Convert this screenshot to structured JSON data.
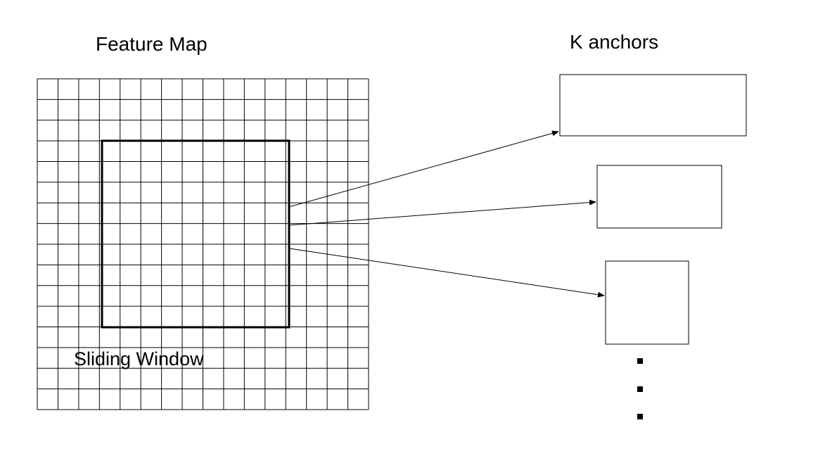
{
  "labels": {
    "feature_map": "Feature Map",
    "anchors": "K anchors",
    "sliding_window": "Sliding Window"
  },
  "feature_map": {
    "grid_columns": 16,
    "grid_rows": 16
  },
  "anchor_count_shown": 3,
  "continuation_marker": "vertical-ellipsis"
}
